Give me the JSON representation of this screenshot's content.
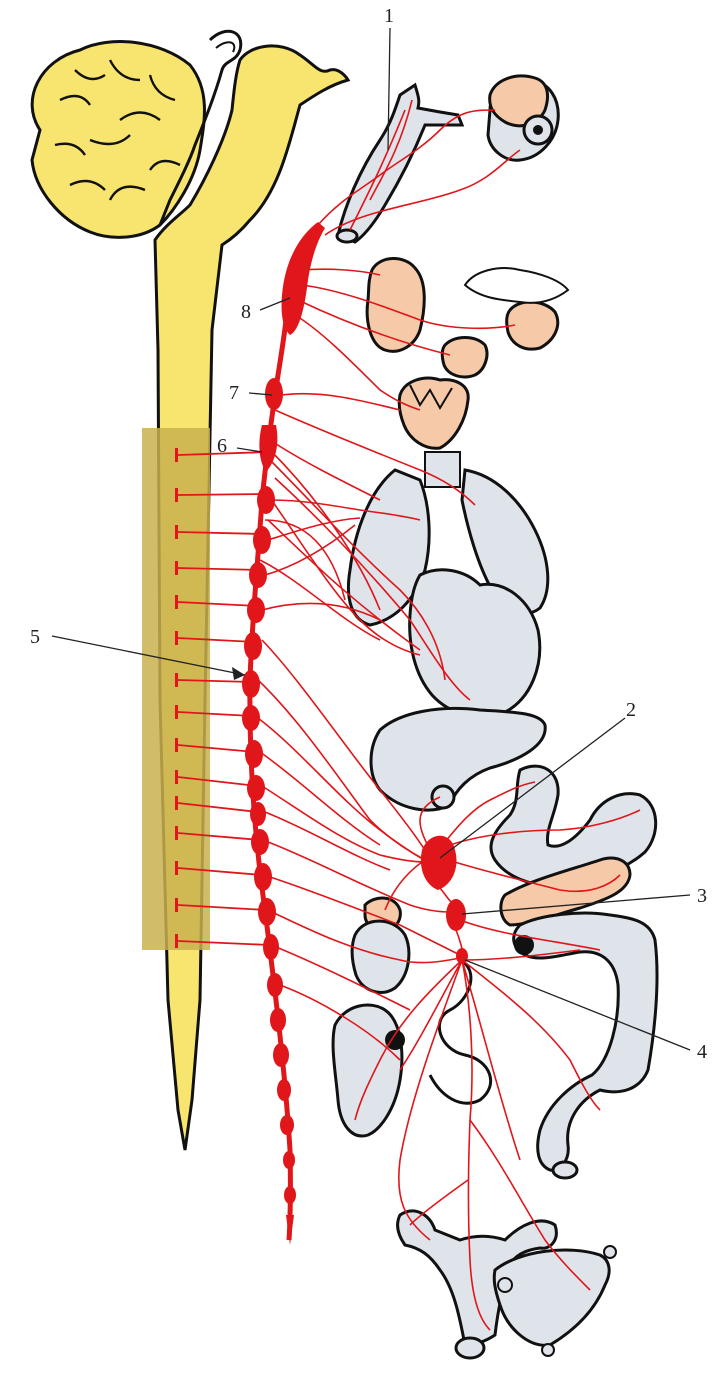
{
  "diagram": {
    "labels": [
      "1",
      "2",
      "3",
      "4",
      "5",
      "6",
      "7",
      "8"
    ]
  },
  "colors": {
    "brain_spinal_cord": "#f7e56f",
    "thoracolumbar_segment": "#c9b24f",
    "nerves": "#e0161b",
    "organ_fill": "#dfe3ea",
    "gland_fill": "#f6c9a8",
    "outline": "#111111"
  }
}
